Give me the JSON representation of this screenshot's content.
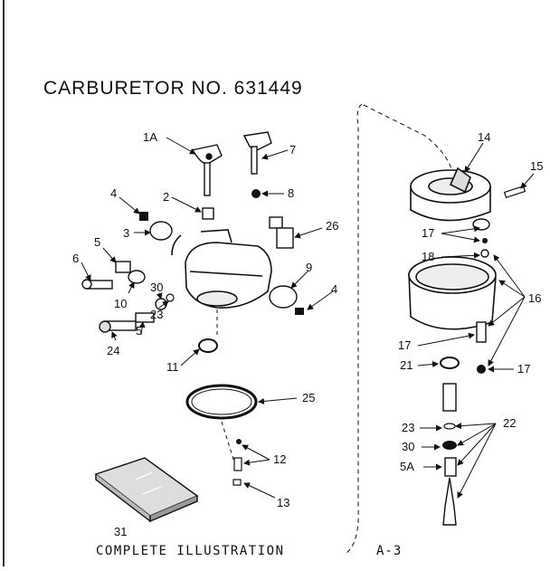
{
  "title": "CARBURETOR NO. 631449",
  "footer": {
    "left": "COMPLETE ILLUSTRATION",
    "right": "A-3"
  },
  "callouts": [
    "1A",
    "7",
    "2",
    "8",
    "4",
    "3",
    "26",
    "5",
    "6",
    "9",
    "4",
    "10",
    "30",
    "23",
    "5",
    "24",
    "11",
    "25",
    "12",
    "13",
    "31",
    "14",
    "15",
    "17",
    "18",
    "16",
    "17",
    "21",
    "17",
    "23",
    "30",
    "5A",
    "22"
  ]
}
